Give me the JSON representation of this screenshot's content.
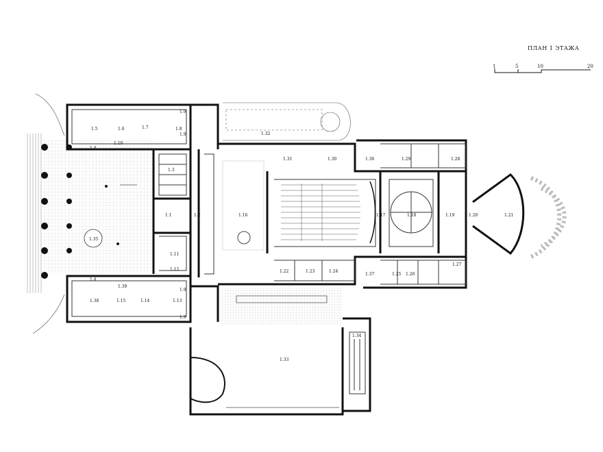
{
  "plan": {
    "title": "ПЛАН 1 ЭТАЖА",
    "scale": [
      "1",
      "5",
      "10",
      "20"
    ],
    "rooms": {
      "r1": "1.1",
      "r2": "1.2",
      "r3": "1.3",
      "r4": "1.4",
      "r4b": "1.4",
      "r5": "1.5",
      "r6": "1.6",
      "r7": "1.7",
      "r8": "1.8",
      "r9": "1.9",
      "r9b": "1.9",
      "r9c": "1.9",
      "r9d": "1.9",
      "r10": "1.10",
      "r11": "1.11",
      "r12": "1.12",
      "r13": "1.13",
      "r14": "1.14",
      "r15": "1.15",
      "r16": "1.16",
      "r17": "1.17",
      "r18": "1.18",
      "r19": "1.19",
      "r20": "1.20",
      "r21": "1.21",
      "r22": "1.22",
      "r23": "1.23",
      "r24": "1.24",
      "r25": "1.25",
      "r26": "1.26",
      "r27": "1.27",
      "r28": "1.28",
      "r29": "1.29",
      "r30": "1.30",
      "r31": "1.31",
      "r32": "1.32",
      "r33": "1.33",
      "r34": "1.34",
      "r35": "1.35",
      "r36": "1.36",
      "r37": "1.37",
      "r38": "1.38",
      "r39": "1.39"
    }
  }
}
